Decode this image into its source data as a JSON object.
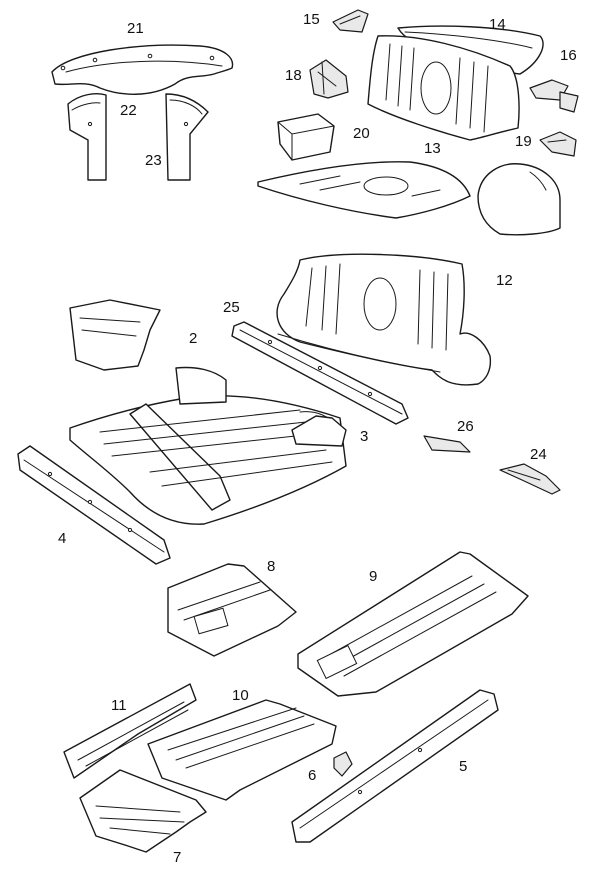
{
  "callouts": [
    "21",
    "15",
    "14",
    "16",
    "18",
    "22",
    "23",
    "20",
    "13",
    "19",
    "12",
    "25",
    "2",
    "3",
    "26",
    "24",
    "4",
    "8",
    "9",
    "11",
    "10",
    "6",
    "5",
    "7"
  ],
  "colors": {
    "line": "#1a1a1a",
    "panel": "#ffffff",
    "shade": "#e9e9e9"
  }
}
